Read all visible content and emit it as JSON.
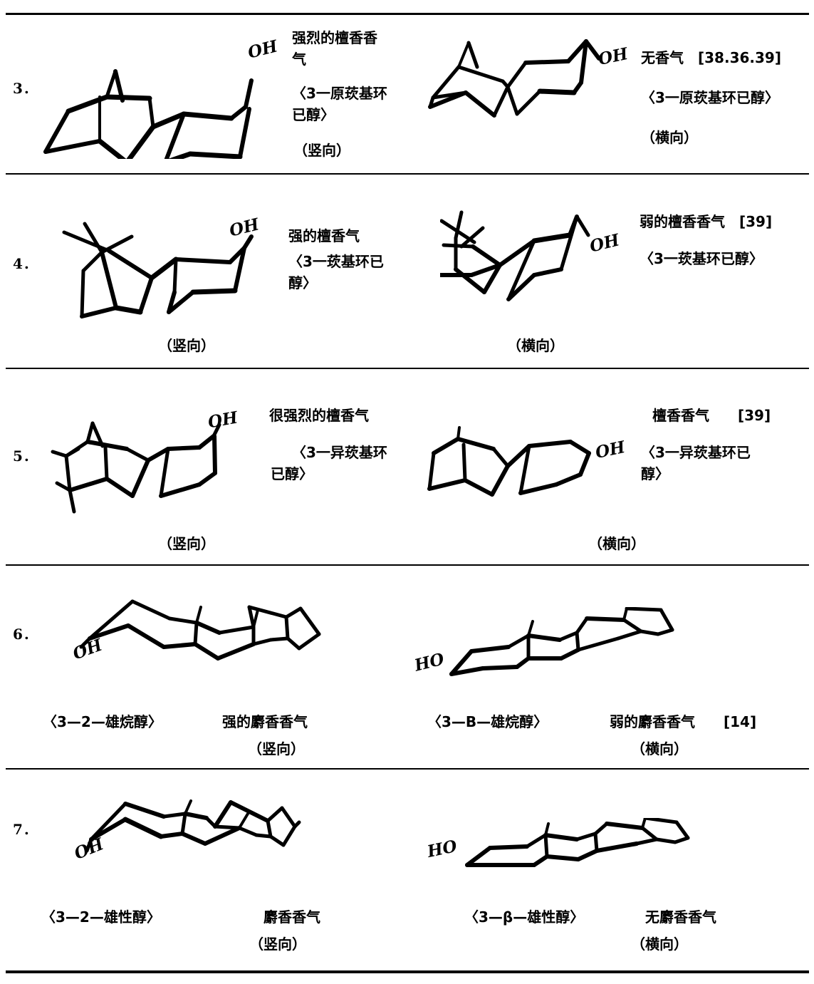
{
  "document": {
    "type": "chemistry-structure-table",
    "page_background": "#ffffff",
    "ink_color": "#000000"
  },
  "rows": [
    {
      "number": "3.",
      "left": {
        "odor": "强烈的檀香香\n气",
        "name": "〈3一原莰基环\n已醇〉",
        "orientation": "（竖向）",
        "oh_label": "OH"
      },
      "right": {
        "odor": "无香气　[38.36.39]",
        "name": "〈3一原莰基环已醇〉",
        "orientation": "（横向）",
        "oh_label": "OH"
      }
    },
    {
      "number": "4.",
      "left": {
        "odor": "强的檀香气",
        "name": "〈3一莰基环已\n醇〉",
        "orientation": "（竖向）",
        "oh_label": "OH"
      },
      "right": {
        "odor": "弱的檀香香气　[39]",
        "name": "〈3一莰基环已醇〉",
        "orientation": "（横向）",
        "oh_label": "OH"
      }
    },
    {
      "number": "5.",
      "left": {
        "odor": "很强烈的檀香气",
        "name": "〈3一异莰基环\n已醇〉",
        "orientation": "（竖向）",
        "oh_label": "OH"
      },
      "right": {
        "odor": "檀香香气　　[39]",
        "name": "〈3一异莰基环已\n醇〉",
        "orientation": "（横向）",
        "oh_label": "OH"
      }
    },
    {
      "number": "6.",
      "left": {
        "name": "〈3—2—雄烷醇〉",
        "odor": "强的麝香香气",
        "orientation": "（竖向）",
        "oh_label": "OH"
      },
      "right": {
        "name": "〈3—B—雄烷醇〉",
        "odor": "弱的麝香香气　　[14]",
        "orientation": "（横向）",
        "oh_label": "HO"
      }
    },
    {
      "number": "7.",
      "left": {
        "name": "〈3—2—雄性醇〉",
        "odor": "麝香香气",
        "orientation": "（竖向）",
        "oh_label": "OH"
      },
      "right": {
        "name": "〈3—β—雄性醇〉",
        "odor": "无麝香香气",
        "orientation": "（横向）",
        "oh_label": "HO"
      }
    }
  ]
}
